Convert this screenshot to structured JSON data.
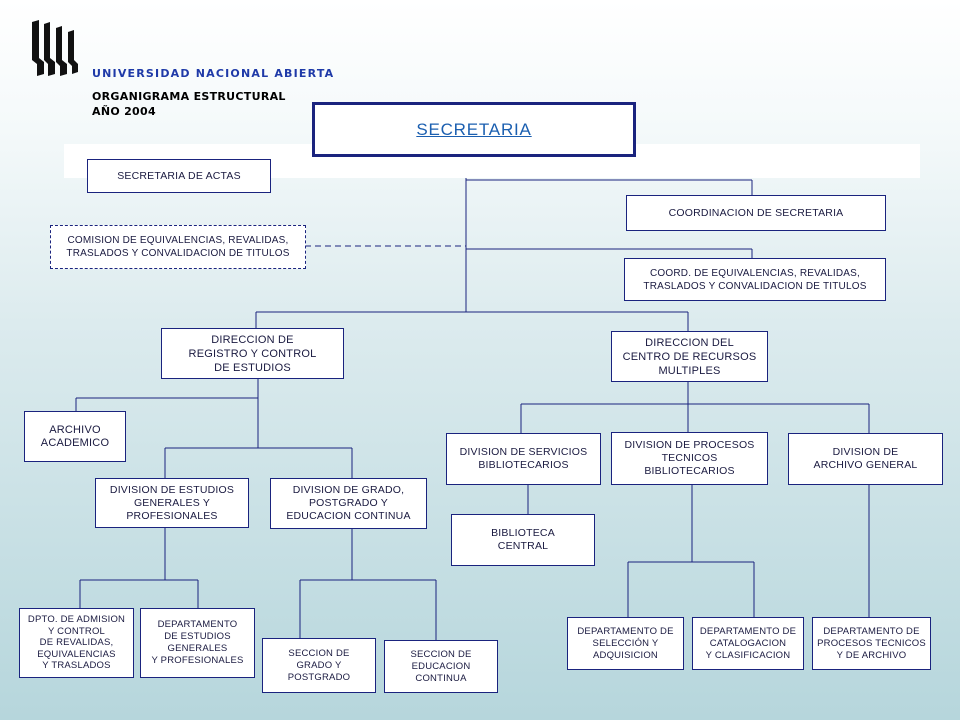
{
  "header": {
    "university": "UNIVERSIDAD NACIONAL ABIERTA",
    "subtitle_line1": "ORGANIGRAMA ESTRUCTURAL",
    "subtitle_line2": "AÑO 2004",
    "logo_icon": "una-logo-icon"
  },
  "colors": {
    "box_border": "#1a237e",
    "box_text": "#1a1a40",
    "main_title": "#1b5fb0",
    "university_text": "#1f3aa8",
    "background_bottom": "#b6d6dc"
  },
  "org": {
    "secretaria": "SECRETARIA",
    "secretaria_actas": "SECRETARIA DE ACTAS",
    "coordinacion_secretaria": "COORDINACION DE SECRETARIA",
    "comision_equivalencias": "COMISION DE EQUIVALENCIAS, REVALIDAS,\nTRASLADOS Y CONVALIDACION DE TITULOS",
    "coord_equivalencias": "COORD. DE EQUIVALENCIAS, REVALIDAS,\nTRASLADOS Y CONVALIDACION DE TITULOS",
    "direccion_registro": "DIRECCION DE\nREGISTRO Y CONTROL\nDE ESTUDIOS",
    "direccion_crm": "DIRECCION DEL\nCENTRO DE RECURSOS\nMULTIPLES",
    "archivo_academico": "ARCHIVO\nACADEMICO",
    "division_estudios_generales": "DIVISION DE ESTUDIOS\nGENERALES Y\nPROFESIONALES",
    "division_grado": "DIVISION DE GRADO,\nPOSTGRADO Y\nEDUCACION CONTINUA",
    "division_servicios": "DIVISION DE SERVICIOS\nBIBLIOTECARIOS",
    "division_procesos": "DIVISION DE PROCESOS\nTECNICOS\nBIBLIOTECARIOS",
    "division_archivo": "DIVISION DE\nARCHIVO GENERAL",
    "biblioteca_central": "BIBLIOTECA\nCENTRAL",
    "dpto_admision": "DPTO. DE ADMISION\nY CONTROL\nDE REVALIDAS,\nEQUIVALENCIAS\nY TRASLADOS",
    "dpto_estudios": "DEPARTAMENTO\nDE ESTUDIOS\nGENERALES\nY PROFESIONALES",
    "seccion_grado": "SECCION DE\nGRADO Y\nPOSTGRADO",
    "seccion_educacion": "SECCION DE\nEDUCACION\nCONTINUA",
    "dpto_seleccion": "DEPARTAMENTO DE\nSELECCIÓN Y\nADQUISICION",
    "dpto_catalogacion": "DEPARTAMENTO DE\nCATALOGACION\nY CLASIFICACION",
    "dpto_procesos": "DEPARTAMENTO DE\nPROCESOS TECNICOS\nY DE ARCHIVO"
  }
}
